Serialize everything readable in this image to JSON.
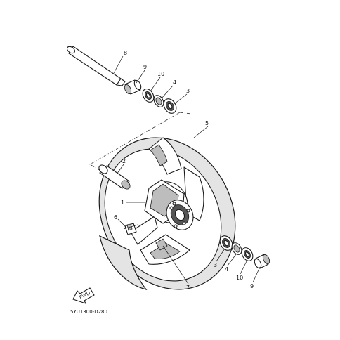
{
  "diagram": {
    "callouts": [
      {
        "id": "c8",
        "label": "8"
      },
      {
        "id": "c9a",
        "label": "9"
      },
      {
        "id": "c10a",
        "label": "10"
      },
      {
        "id": "c4a",
        "label": "4"
      },
      {
        "id": "c3a",
        "label": "3"
      },
      {
        "id": "c5",
        "label": "5"
      },
      {
        "id": "c2",
        "label": "2"
      },
      {
        "id": "c1",
        "label": "1"
      },
      {
        "id": "c6",
        "label": "6"
      },
      {
        "id": "c7",
        "label": "7"
      },
      {
        "id": "c3b",
        "label": "3"
      },
      {
        "id": "c4b",
        "label": "4"
      },
      {
        "id": "c10b",
        "label": "10"
      },
      {
        "id": "c9b",
        "label": "9"
      }
    ],
    "fwd_label": "FWD",
    "diagram_code": "5YU1300-D280"
  }
}
